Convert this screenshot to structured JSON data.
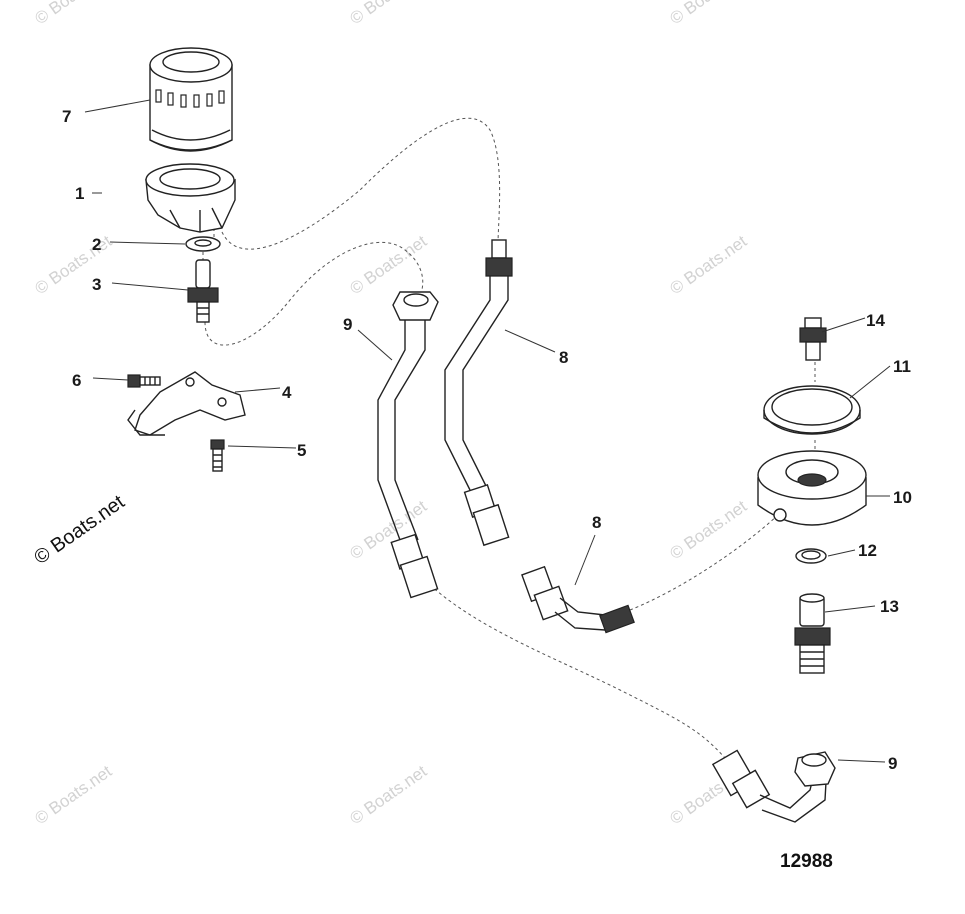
{
  "diagram": {
    "id": "12988",
    "watermark": "© Boats.net",
    "callouts": [
      "7",
      "1",
      "2",
      "3",
      "6",
      "4",
      "5",
      "9",
      "8",
      "8",
      "14",
      "11",
      "10",
      "12",
      "13",
      "9"
    ]
  },
  "colors": {
    "line": "#222222",
    "watermark": "#d2d2d2",
    "background": "#ffffff"
  }
}
